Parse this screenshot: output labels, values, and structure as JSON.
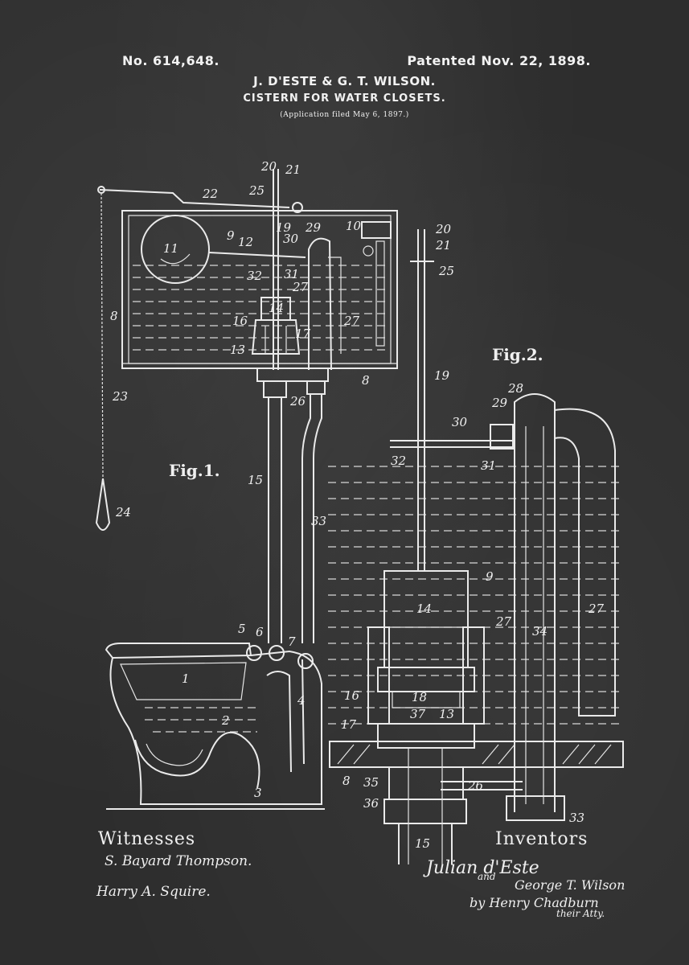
{
  "header": {
    "patent_number": "No. 614,648.",
    "patent_date": "Patented Nov. 22, 1898.",
    "inventors": "J. D'ESTE & G. T. WILSON.",
    "title": "CISTERN FOR WATER CLOSETS.",
    "filing": "(Application filed May 6, 1897.)"
  },
  "figures": {
    "fig1": "Fig.1.",
    "fig2": "Fig.2."
  },
  "labels": {
    "fig1": [
      "20",
      "21",
      "22",
      "25",
      "19",
      "29",
      "10",
      "9",
      "12",
      "30",
      "11",
      "31",
      "32",
      "27",
      "14",
      "8",
      "16",
      "17",
      "27",
      "13",
      "8",
      "26",
      "23",
      "15",
      "33",
      "24",
      "5",
      "6",
      "7",
      "1",
      "4",
      "2",
      "3"
    ],
    "fig2": [
      "20",
      "21",
      "25",
      "19",
      "28",
      "29",
      "30",
      "32",
      "31",
      "9",
      "14",
      "27",
      "34",
      "27",
      "16",
      "18",
      "17",
      "37",
      "13",
      "8",
      "35",
      "26",
      "36",
      "33",
      "15"
    ]
  },
  "witnesses": {
    "heading": "Witnesses",
    "names": [
      "S. Bayard Thompson.",
      "Harry A. Squire."
    ]
  },
  "inventors_block": {
    "heading": "Inventors",
    "names": [
      "Julian d'Este",
      "and",
      "George T. Wilson",
      "by Henry Chadburn",
      "their Atty."
    ]
  },
  "colors": {
    "background": "#2d2d2d",
    "ink": "#eaeaea"
  }
}
